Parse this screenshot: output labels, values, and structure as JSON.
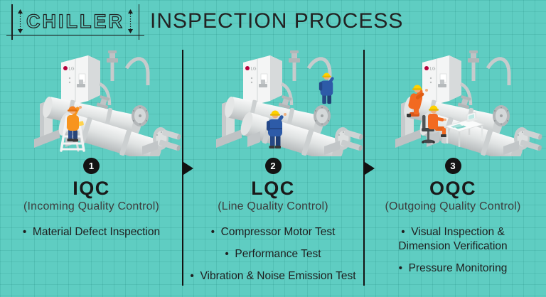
{
  "header": {
    "brand": "CHILLER",
    "title": "INSPECTION PROCESS"
  },
  "machine": {
    "brand": "LG"
  },
  "colors": {
    "background": "#5FCDC2",
    "grid_line": "#4FB9AF",
    "ink": "#1C1C1C",
    "stage1_worker_orange": "#F7941E",
    "stage2_worker_blue": "#2D5BA8",
    "stage3_worker_orange": "#F26A21",
    "helmet_yellow": "#FFD200",
    "lg_logo_red": "#B5003B",
    "machine_gray": "#D8DCDC"
  },
  "stages": [
    {
      "number": "1",
      "code": "IQC",
      "subtitle": "(Incoming Quality Control)",
      "bullets": [
        "Material Defect Inspection"
      ]
    },
    {
      "number": "2",
      "code": "LQC",
      "subtitle": "(Line Quality Control)",
      "bullets": [
        "Compressor Motor Test",
        "Performance Test",
        "Vibration & Noise Emission Test"
      ]
    },
    {
      "number": "3",
      "code": "OQC",
      "subtitle": "(Outgoing Quality Control)",
      "bullets": [
        "Visual Inspection & Dimension Verification",
        "Pressure Monitoring"
      ]
    }
  ]
}
